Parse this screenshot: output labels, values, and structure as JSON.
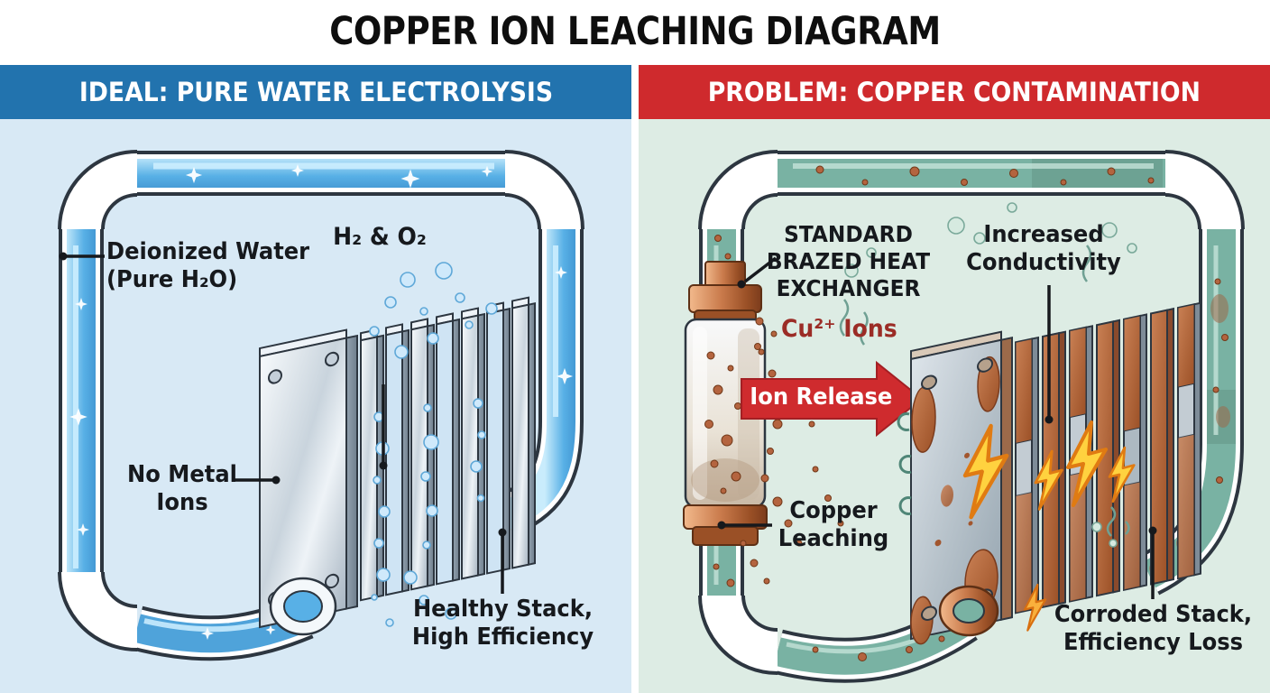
{
  "title": "COPPER ION LEACHING DIAGRAM",
  "left_panel": {
    "header": "IDEAL: PURE WATER ELECTROLYSIS",
    "labels": {
      "water_line1": "Deionized Water",
      "water_line2": "(Pure H₂O)",
      "gases": "H₂ & O₂",
      "ions_line1": "No Metal",
      "ions_line2": "Ions",
      "stack_line1": "Healthy Stack,",
      "stack_line2": "High Efficiency"
    }
  },
  "right_panel": {
    "header": "PROBLEM: COPPER CONTAMINATION",
    "labels": {
      "exchanger_line1": "STANDARD",
      "exchanger_line2": "BRAZED HEAT",
      "exchanger_line3": "EXCHANGER",
      "cu_ions": "Cu²⁺ Ions",
      "arrow": "Ion Release",
      "conductivity_line1": "Increased",
      "conductivity_line2": "Conductivity",
      "leaching_line1": "Copper",
      "leaching_line2": "Leaching",
      "stack_line1": "Corroded Stack,",
      "stack_line2": "Efficiency Loss"
    }
  },
  "colors": {
    "header_blue": "#2273ae",
    "header_red": "#cf2a2d",
    "panel_left_bg": "#d8e9f5",
    "panel_right_bg": "#ddece4",
    "clean_water": "#58b0e6",
    "contaminated_water": "#79b2a3",
    "copper": "#b4643f",
    "arrow_red": "#cf2b2e",
    "lightning_yellow": "#ffd23f",
    "text_dark": "#16191d",
    "cu_ion_text": "#9b2c26"
  }
}
